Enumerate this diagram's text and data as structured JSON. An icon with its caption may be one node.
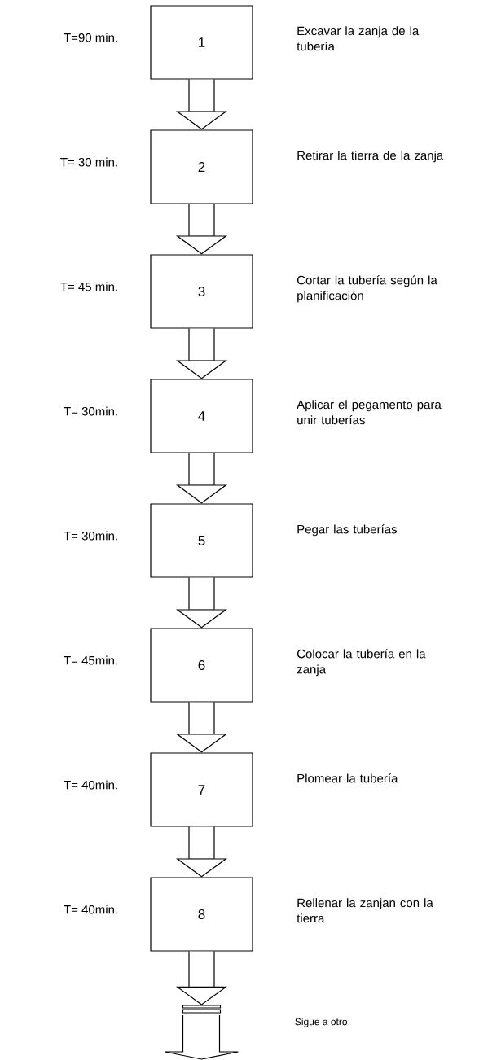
{
  "diagram": {
    "nodes": [
      {
        "text": [
          "1"
        ],
        "beside": [
          "T=90 min.",
          "Excavar la zanja de la tubería"
        ]
      },
      {
        "text": [
          "2"
        ],
        "beside": [
          "T= 30 min.",
          "Retirar la tierra de la zanja"
        ]
      },
      {
        "text": [
          "3"
        ],
        "beside": [
          "T= 45 min.",
          "Cortar la tubería según la planificación"
        ]
      },
      {
        "text": [
          "4"
        ],
        "beside": [
          "T= 30min.",
          "Aplicar el pegamento para unir tuberías"
        ]
      },
      {
        "text": [
          "5"
        ],
        "beside": [
          "T= 30min.",
          "Pegar las tuberías"
        ]
      },
      {
        "text": [
          "6"
        ],
        "beside": [
          "T= 45min.",
          "Colocar la tubería en la zanja"
        ]
      },
      {
        "text": [
          "7"
        ],
        "beside": [
          "T= 40min.",
          "Plomear la tubería"
        ]
      },
      {
        "text": [
          "8"
        ],
        "beside": [
          "T= 40min.",
          "Rellenar la zanjan con la tierra"
        ]
      },
      {
        "text": [
          "Sigue a otro"
        ]
      }
    ],
    "edges": [
      {
        "from": 0,
        "to": 1,
        "arrow": "to"
      },
      {
        "from": 1,
        "to": 2,
        "arrow": "to"
      },
      {
        "from": 2,
        "to": 3,
        "arrow": "to"
      },
      {
        "from": 3,
        "to": 4,
        "arrow": "to"
      },
      {
        "from": 4,
        "to": 5,
        "arrow": "to"
      },
      {
        "from": 5,
        "to": 6,
        "arrow": "to"
      },
      {
        "from": 6,
        "to": 7,
        "arrow": "to"
      },
      {
        "from": 7,
        "to": 8,
        "arrow": "to"
      }
    ]
  }
}
